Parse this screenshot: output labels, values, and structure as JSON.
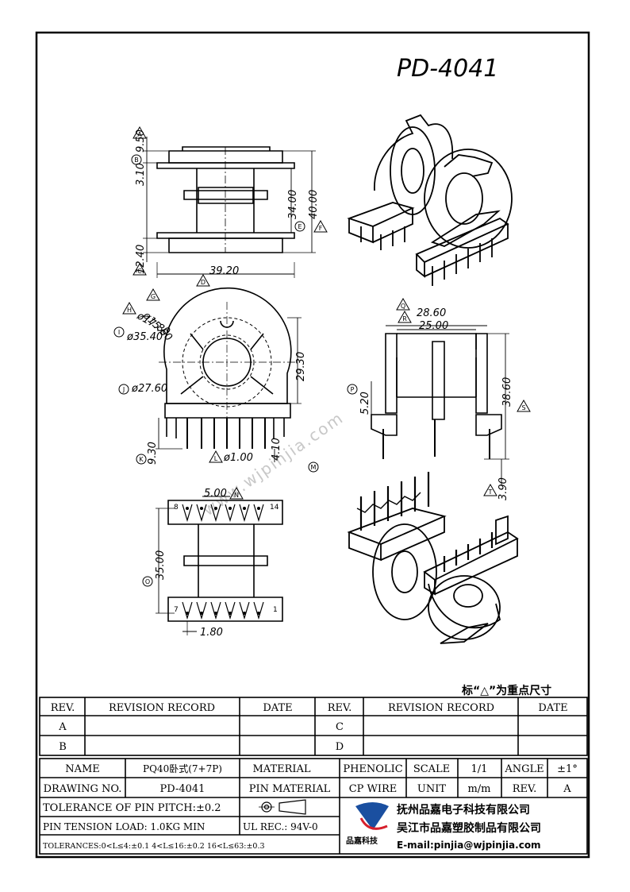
{
  "title": "PD-4041",
  "watermark": "www.wjpinjia.com",
  "note": "标“△”为重点尺寸",
  "dims": {
    "a": "9.50",
    "b": "3.10",
    "c": "12.40",
    "d": "39.20",
    "e": "34.00",
    "f": "40.00",
    "g": "ø15.60",
    "h": "ø17.80",
    "i": "ø35.40",
    "j": "ø27.60",
    "k": "9.30",
    "l": "ø1.00",
    "m": "4.10",
    "n": "29.30",
    "p": "5.20",
    "q": "28.60",
    "r": "25.00",
    "s": "38.60",
    "t": "3.90",
    "u": "5.00",
    "v": "35.00",
    "w": "1.80"
  },
  "marks": {
    "A": "A",
    "B": "B",
    "C": "C",
    "D": "D",
    "E": "E",
    "F": "F",
    "G": "G",
    "H": "H",
    "I": "I",
    "J": "J",
    "K": "K",
    "L": "L",
    "M": "M",
    "N": "N",
    "O": "O",
    "P": "P",
    "Q": "Q",
    "R": "R",
    "S": "S",
    "T": "T"
  },
  "pins": {
    "p1": "1",
    "p7": "7",
    "p8": "8",
    "p14": "14"
  },
  "revision": {
    "h_rev": "REV.",
    "h_record": "REVISION RECORD",
    "h_date": "DATE",
    "r1l": "A",
    "r1r": "C",
    "r2l": "B",
    "r2r": "D"
  },
  "info": {
    "name_label": "NAME",
    "name_value": "PQ40卧式(7+7P)",
    "material_label": "MATERIAL",
    "material_value": "PHENOLIC",
    "scale_label": "SCALE",
    "scale_value": "1/1",
    "angle_label": "ANGLE",
    "angle_value": "±1°",
    "drawing_label": "DRAWING NO.",
    "drawing_value": "PD-4041",
    "pin_material_label": "PIN MATERIAL",
    "pin_material_value": "CP WIRE",
    "unit_label": "UNIT",
    "unit_value": "m/m",
    "rev_label": "REV.",
    "rev_value": "A",
    "tol_pitch": "TOLERANCE OF PIN PITCH:±0.2",
    "pin_tension": "PIN TENSION LOAD: 1.0KG  MIN",
    "ul": "UL REC.: 94V-0",
    "tolerances": "TOLERANCES:0<L≤4:±0.1 4<L≤16:±0.2 16<L≤63:±0.3",
    "company1": "抚州品嘉电子科技有限公司",
    "company2": "吴江市品嘉塑胶制品有限公司",
    "email": "E-mail:pinjia@wjpinjia.com",
    "logo_text": "品嘉科技"
  }
}
